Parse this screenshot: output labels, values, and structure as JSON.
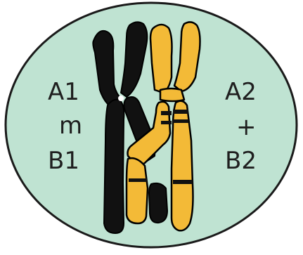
{
  "left_labels": {
    "top": "A1",
    "middle": "m",
    "bottom": "B1"
  },
  "right_labels": {
    "top": "A2",
    "middle": "+",
    "bottom": "B2"
  },
  "colors": {
    "background_oval": "#bfe3d2",
    "outline": "#1a1a1a",
    "chromosome_dark": "#111111",
    "chromosome_light": "#f3ba37"
  }
}
